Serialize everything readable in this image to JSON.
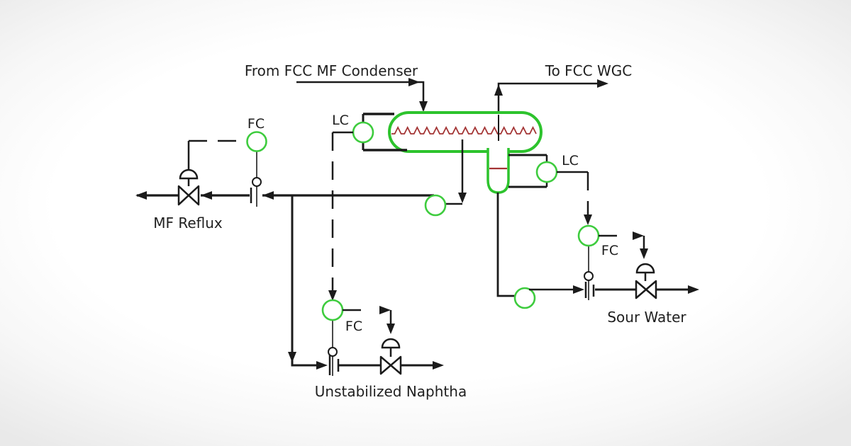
{
  "diagram": {
    "type": "process-flow-diagram",
    "subject": "FCC main fractionator overhead reflux drum with water boot",
    "labels": {
      "feed": "From FCC MF Condenser",
      "vapor": "To FCC WGC",
      "reflux": "MF Reflux",
      "naphtha": "Unstabilized Naphtha",
      "sour_water": "Sour Water"
    },
    "instruments": {
      "reflux_fc": "FC",
      "drum_lc": "LC",
      "naphtha_fc": "FC",
      "boot_lc": "LC",
      "sour_water_fc": "FC"
    },
    "colors": {
      "equipment_green": "#2dc32d",
      "liquid_level_red": "#a33434",
      "line_black": "#1b1b1b",
      "background": "#ffffff"
    }
  }
}
